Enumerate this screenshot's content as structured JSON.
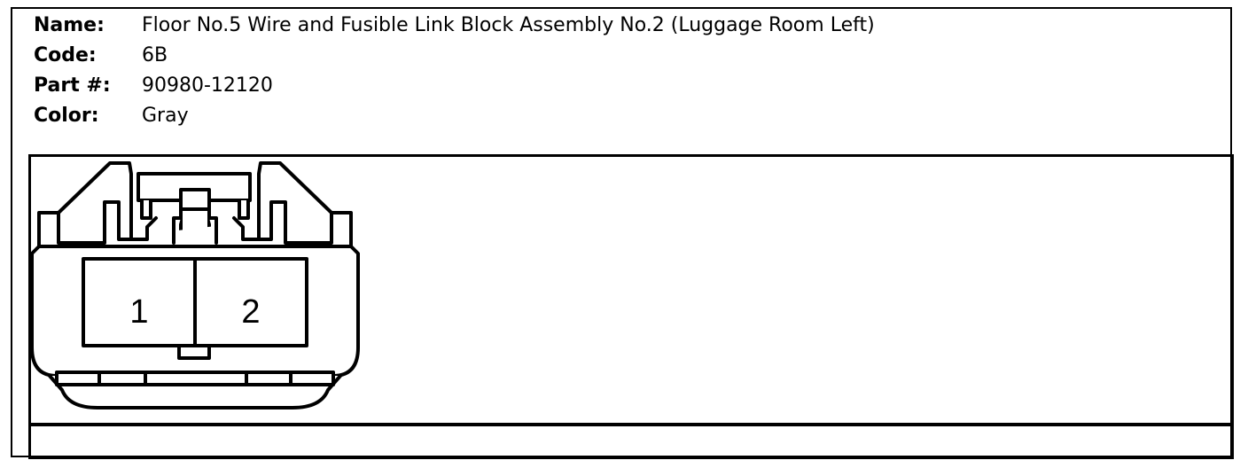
{
  "info": {
    "name_label": "Name:",
    "name_value": "Floor No.5 Wire and Fusible Link Block Assembly No.2 (Luggage Room Left)",
    "code_label": "Code:",
    "code_value": "6B",
    "part_label": "Part #:",
    "part_value": "90980-12120",
    "color_label": "Color:",
    "color_value": "Gray"
  },
  "connector": {
    "pins": [
      {
        "number": "1"
      },
      {
        "number": "2"
      }
    ]
  }
}
